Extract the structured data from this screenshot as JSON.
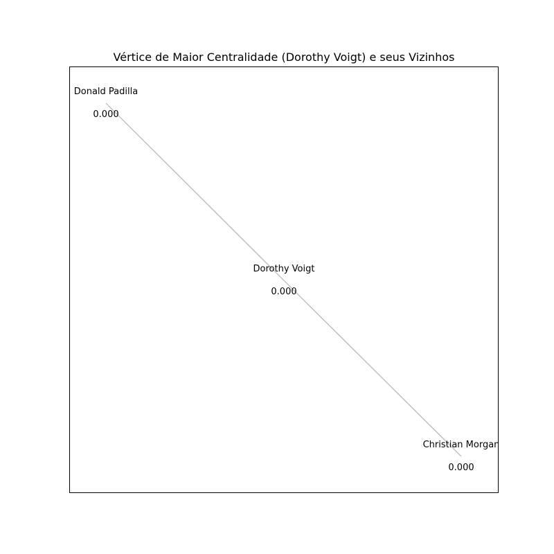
{
  "title": "Vértice de Maior Centralidade (Dorothy Voigt) e seus Vizinhos",
  "colors": {
    "edge": "#b3b3b3",
    "frame": "#000000",
    "text": "#000000"
  },
  "nodes": [
    {
      "id": "donald",
      "label": "Donald Padilla",
      "value": "0.000"
    },
    {
      "id": "dorothy",
      "label": "Dorothy Voigt",
      "value": "0.000"
    },
    {
      "id": "christian",
      "label": "Christian Morgan",
      "value": "0.000"
    }
  ],
  "edges": [
    {
      "source": "dorothy",
      "target": "donald"
    },
    {
      "source": "dorothy",
      "target": "christian"
    }
  ]
}
